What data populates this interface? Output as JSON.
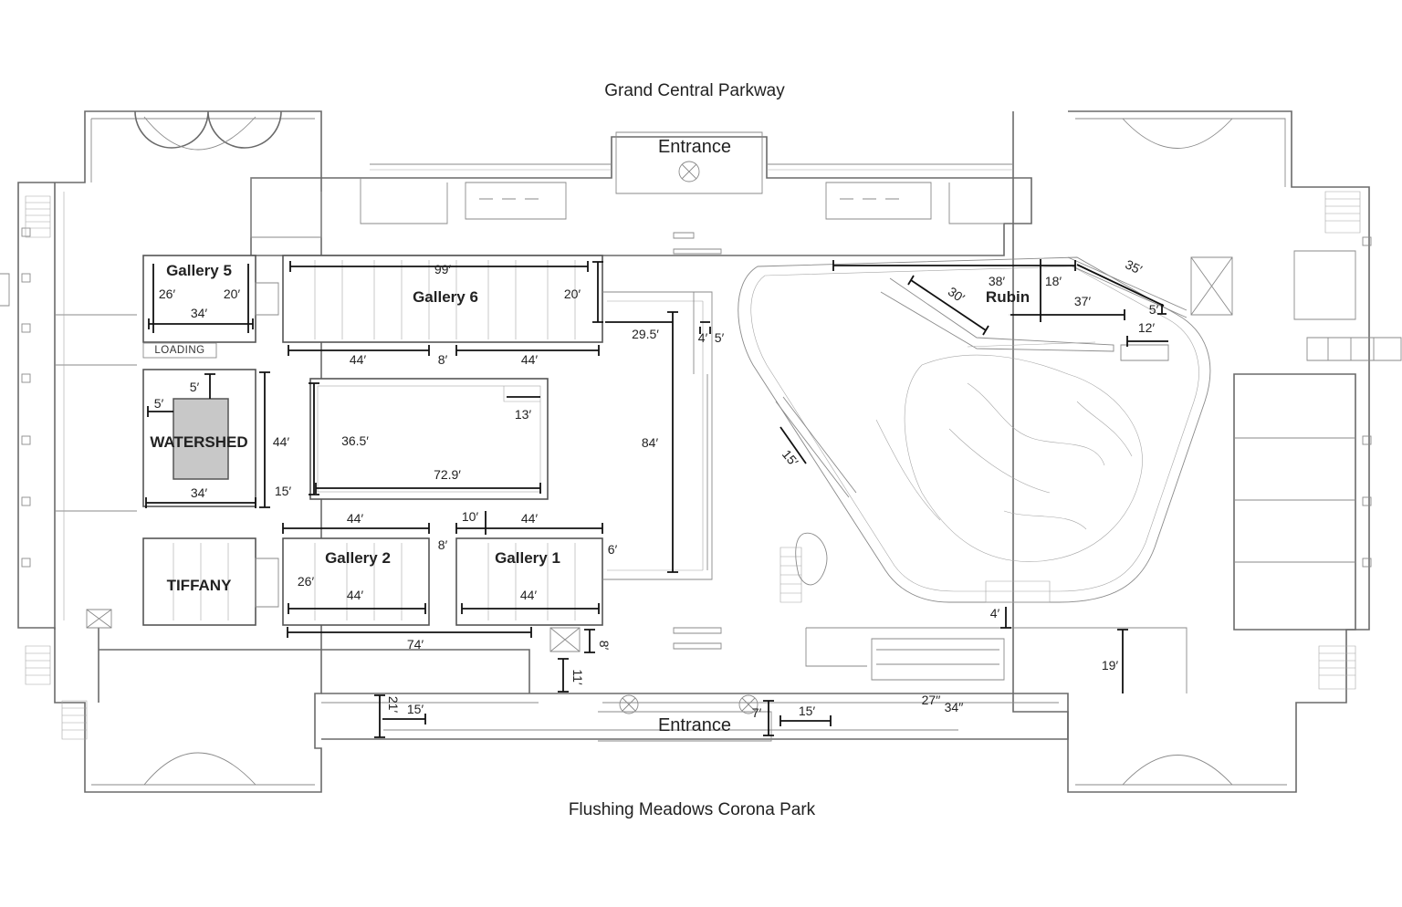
{
  "streets": {
    "north": "Grand Central Parkway",
    "south": "Flushing Meadows Corona Park"
  },
  "entrances": {
    "north": "Entrance",
    "south": "Entrance"
  },
  "rooms": {
    "gallery5": "Gallery 5",
    "gallery6": "Gallery 6",
    "gallery2": "Gallery 2",
    "gallery1": "Gallery 1",
    "rubin": "Rubin",
    "watershed": "WATERSHED",
    "tiffany": "TIFFANY",
    "loading": "LOADING"
  },
  "dimensions": {
    "g5_height_left": "26′",
    "g5_height_right": "20′",
    "g5_width": "34′",
    "g6_top": "99′",
    "g6_right": "20′",
    "g6_bottom_left": "44′",
    "g6_gap": "8′",
    "g6_bottom_right": "44′",
    "corridor_a": "29.5′",
    "corridor_b": "4′",
    "corridor_c": "5′",
    "ws_top": "5′",
    "ws_left": "5′",
    "ws_height": "44′",
    "ws_width": "34′",
    "ws_gap": "15′",
    "atrium_height": "36.5′",
    "atrium_width": "72.9′",
    "atrium_inner": "13′",
    "hall_height": "84′",
    "g2_top": "44′",
    "mid_gap": "10′",
    "g1_top": "44′",
    "g2_gap": "8′",
    "g1_side": "6′",
    "g2_height": "26′",
    "g2_bottom": "44′",
    "g1_bottom": "44′",
    "south_hall": "74′",
    "elev_a": "8′",
    "elev_b": "11′",
    "stair_a": "21′",
    "lobby_a": "15′",
    "lobby_b": "7′",
    "lobby_c": "15′",
    "lobby_d": "27′′",
    "lobby_e": "34′′",
    "rubin_a": "38′",
    "rubin_b": "18′",
    "rubin_c": "37′",
    "rubin_diag": "30′",
    "rubin_ramp": "35′",
    "rubin_d": "5′",
    "rubin_e": "12′",
    "panorama_ramp": "15′",
    "cafe_a": "4′",
    "cafe_b": "19′"
  },
  "colors": {
    "walls": "#6a6a6a",
    "dimension_lines": "#111111",
    "watershed_fill": "#c8c8c8"
  }
}
